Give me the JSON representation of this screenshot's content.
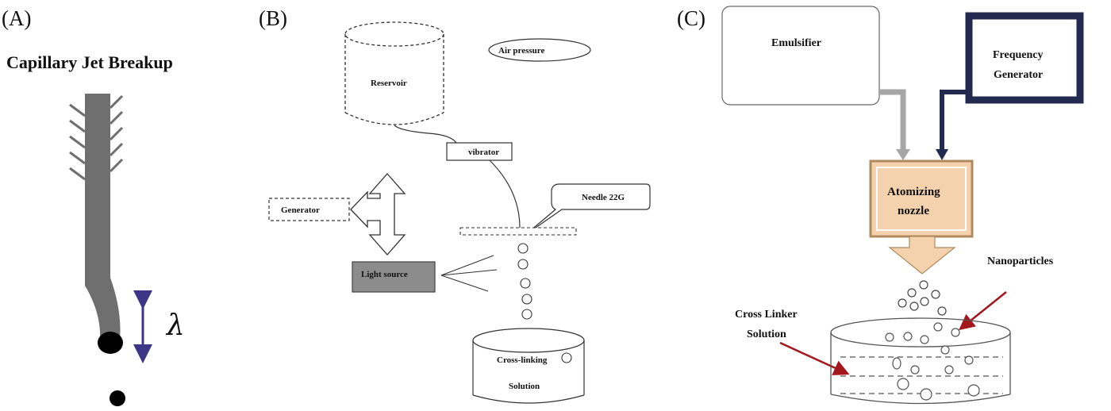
{
  "panel_a": {
    "letter": "(A)",
    "title": "Capillary Jet Breakup",
    "wavelength_symbol": "λ"
  },
  "panel_b": {
    "letter": "(B)",
    "reservoir": "Reservoir",
    "air_pressure": "Air pressure",
    "vibrator": "vibrator",
    "needle": "Needle 22G",
    "generator": "Generator",
    "light_source": "Light source",
    "bath_line1": "Cross-linking",
    "bath_line2": "Solution"
  },
  "panel_c": {
    "letter": "(C)",
    "emulsifier": "Emulsifier",
    "frequency_line1": "Frequency",
    "frequency_line2": "Generator",
    "nozzle_line1": "Atomizing",
    "nozzle_line2": "nozzle",
    "nanoparticles": "Nanoparticles",
    "crosslinker_line1": "Cross Linker",
    "crosslinker_line2": "Solution"
  },
  "colors": {
    "jet": "#6f6f6f",
    "wavelength_arrow": "#3d3585",
    "light_source_fill": "#8c8c8c",
    "nozzle_fill": "#f4d2ad",
    "nozzle_stroke": "#b08a5f",
    "feed_pipe": "#a6a6a6",
    "frequency_frame": "#232a4f",
    "pointer_arrow": "#a3161b"
  }
}
